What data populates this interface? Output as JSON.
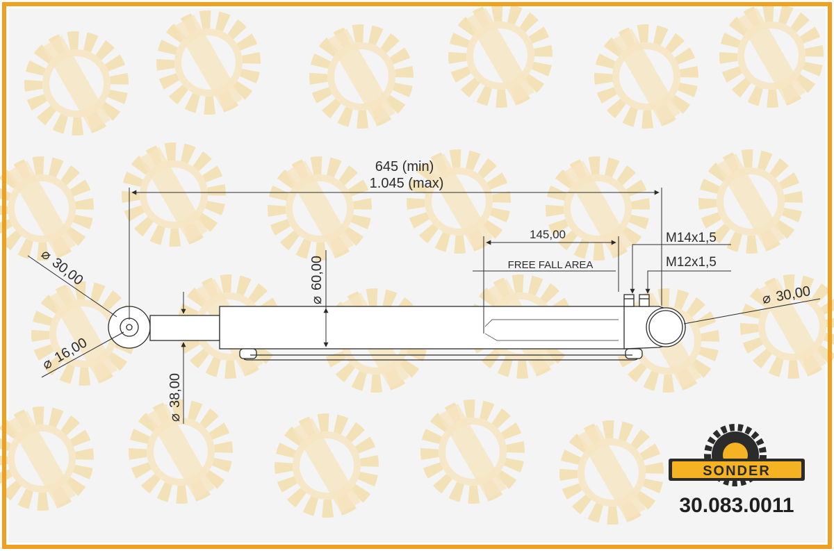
{
  "drawing": {
    "frame_color": "#f0a01e",
    "line_color": "#2b2b2b",
    "watermark_color": "#f5e3b8"
  },
  "dimensions": {
    "length_min": "645 (min)",
    "length_max": "1.045 (max)",
    "free_fall_length": "145,00",
    "free_fall_label": "FREE FALL AREA",
    "port_1": "M14x1,5",
    "port_2": "M12x1,5",
    "left_eye_outer": "30,00",
    "left_eye_inner": "16,00",
    "right_eye": "30,00",
    "cylinder_dia": "60,00",
    "rod_dia": "38,00"
  },
  "brand": {
    "name": "SONDER",
    "part_number": "30.083.0011",
    "logo_color": "#f5b324"
  }
}
